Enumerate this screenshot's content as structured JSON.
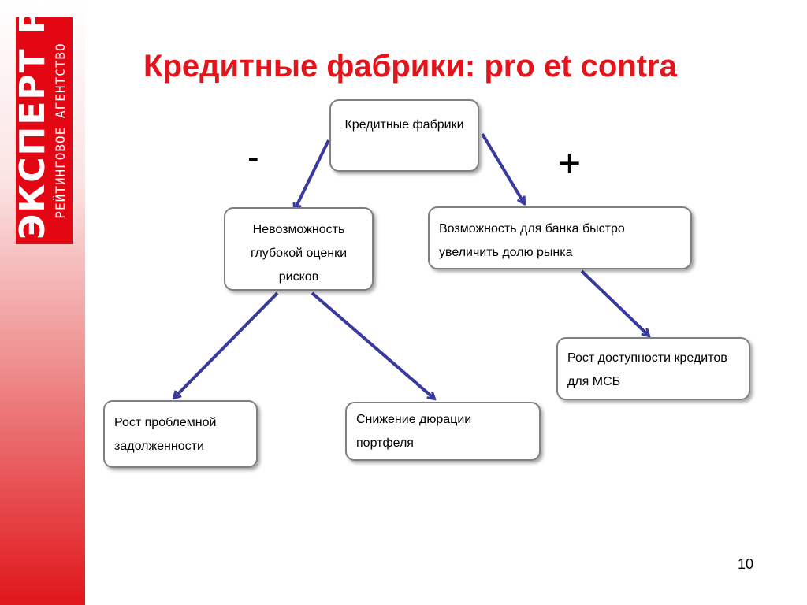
{
  "logo": {
    "main": "ЭКСПЕРТ РА",
    "sub": "РЕЙТИНГОВОЕ АГЕНТСТВО"
  },
  "title": "Кредитные фабрики: pro et contra",
  "signs": {
    "minus": "-",
    "plus": "+"
  },
  "nodes": {
    "root": "Кредитные фабрики",
    "con": "Невозможность глубокой оценки рисков",
    "pro": "Возможность для банка быстро увеличить долю рынка",
    "con_child_1": "Рост проблемной задолженности",
    "con_child_2": "Снижение дюрации портфеля",
    "pro_child": "Рост доступности кредитов для МСБ"
  },
  "colors": {
    "title": "#e3141b",
    "arrow": "#3a3a9e",
    "logo": "#e30613"
  },
  "page_number": "10"
}
